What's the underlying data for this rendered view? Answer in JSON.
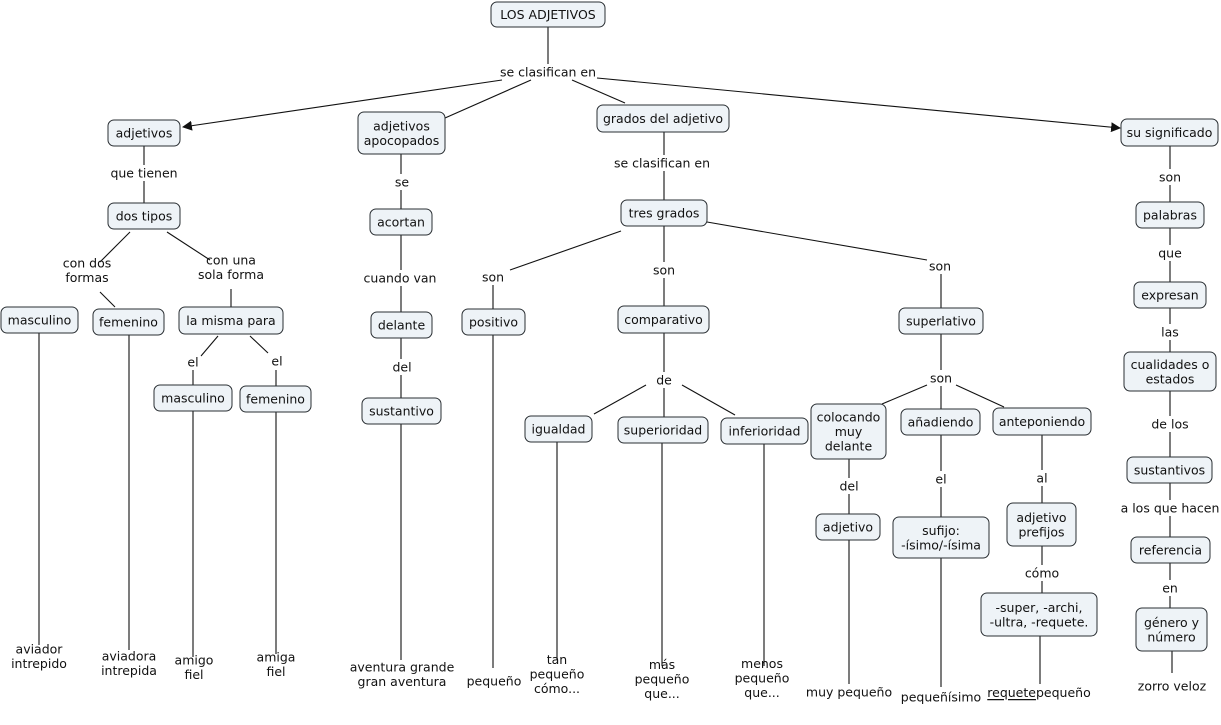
{
  "nodes": {
    "root": [
      "LOS ADJETIVOS"
    ],
    "adjetivos": [
      "adjetivos"
    ],
    "dos_tipos": [
      "dos tipos"
    ],
    "masculino1": [
      "masculino"
    ],
    "femenino1": [
      "femenino"
    ],
    "misma_para": [
      "la misma para"
    ],
    "masculino2": [
      "masculino"
    ],
    "femenino2": [
      "femenino"
    ],
    "apocopados": [
      "adjetivos",
      "apocopados"
    ],
    "acortan": [
      "acortan"
    ],
    "delante": [
      "delante"
    ],
    "sustantivo": [
      "sustantivo"
    ],
    "grados": [
      "grados del adjetivo"
    ],
    "tres_grados": [
      "tres grados"
    ],
    "positivo": [
      "positivo"
    ],
    "comparativo": [
      "comparativo"
    ],
    "igualdad": [
      "igualdad"
    ],
    "superioridad": [
      "superioridad"
    ],
    "inferioridad": [
      "inferioridad"
    ],
    "superlativo": [
      "superlativo"
    ],
    "colocando": [
      "colocando",
      "muy",
      "delante"
    ],
    "adjetivo_sup": [
      "adjetivo"
    ],
    "anadiendo": [
      "añadiendo"
    ],
    "sufijo": [
      "sufijo:",
      "-ísimo/-ísima"
    ],
    "anteponiendo": [
      "anteponiendo"
    ],
    "prefijos": [
      "adjetivo",
      "prefijos"
    ],
    "prefijos_lista": [
      "-super, -archi,",
      "-ultra, -requete."
    ],
    "significado": [
      "su significado"
    ],
    "palabras": [
      "palabras"
    ],
    "expresan": [
      "expresan"
    ],
    "cualidades": [
      "cualidades o",
      "estados"
    ],
    "sustantivos": [
      "sustantivos"
    ],
    "referencia": [
      "referencia"
    ],
    "genero": [
      "género y",
      "número"
    ]
  },
  "links": {
    "se_clasifican": [
      "se clasifican en"
    ],
    "que_tienen": [
      "que tienen"
    ],
    "con_dos_formas": [
      "con dos",
      "formas"
    ],
    "con_una_forma": [
      "con una",
      "sola forma"
    ],
    "el1": [
      "el"
    ],
    "el2": [
      "el"
    ],
    "se": [
      "se"
    ],
    "cuando_van": [
      "cuando van"
    ],
    "del_apoc": [
      "del"
    ],
    "se_clasifican2": [
      "se clasifican en"
    ],
    "son1": [
      "son"
    ],
    "son2": [
      "son"
    ],
    "son3": [
      "son"
    ],
    "de": [
      "de"
    ],
    "son_sup": [
      "son"
    ],
    "del_sup": [
      "del"
    ],
    "el_sup": [
      "el"
    ],
    "al": [
      "al"
    ],
    "como": [
      "cómo"
    ],
    "son_sig": [
      "son"
    ],
    "que": [
      "que"
    ],
    "las": [
      "las"
    ],
    "de_los": [
      "de los"
    ],
    "a_los_que": [
      "a los que hacen"
    ],
    "en": [
      "en"
    ]
  },
  "examples": {
    "aviador": [
      "aviador",
      "intrepido"
    ],
    "aviadora": [
      "aviadora",
      "intrepida"
    ],
    "amigo": [
      "amigo",
      "fiel"
    ],
    "amiga": [
      "amiga",
      "fiel"
    ],
    "aventura": [
      "aventura grande",
      "gran aventura"
    ],
    "pequeno": [
      "pequeño"
    ],
    "tan": [
      "tan",
      "pequeño",
      "cómo..."
    ],
    "mas": [
      "más",
      "pequeño",
      "que..."
    ],
    "menos": [
      "menos",
      "pequeño",
      "que..."
    ],
    "muy_pequeno": [
      "muy pequeño"
    ],
    "pequenisimo": [
      "pequeñísimo"
    ],
    "requete_a": "requete",
    "requete_b": "pequeño",
    "zorro": [
      "zorro veloz"
    ]
  }
}
